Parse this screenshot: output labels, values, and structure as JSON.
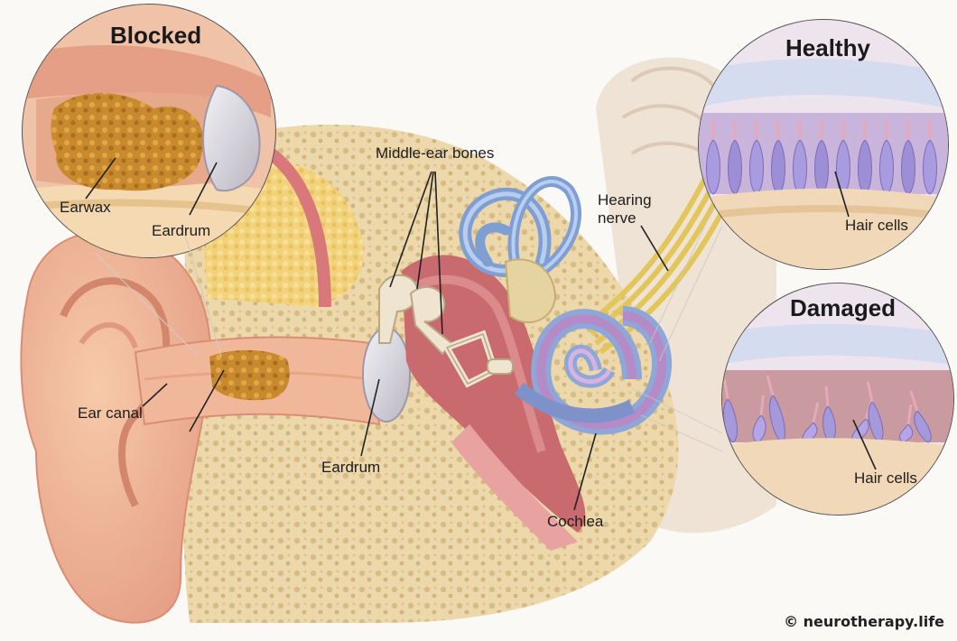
{
  "panels": {
    "blocked": {
      "title": "Blocked",
      "earwax": "Earwax",
      "eardrum": "Eardrum"
    },
    "healthy": {
      "title": "Healthy",
      "hair_cells": "Hair cells"
    },
    "damaged": {
      "title": "Damaged",
      "hair_cells": "Hair cells"
    }
  },
  "labels": {
    "middle_ear_bones": "Middle-ear bones",
    "hearing_nerve": "Hearing\nnerve",
    "ear_canal": "Ear canal",
    "eardrum": "Eardrum",
    "cochlea": "Cochlea"
  },
  "credit": "© neurotherapy.life",
  "colors": {
    "skin": "#efb496",
    "bone": "#ecd7a8",
    "earwax": "#c98a2e",
    "cochlea_blue": "#8ea6d8",
    "cochlea_purple": "#b48bc6",
    "nerve": "#e2c65a",
    "hair_cell": "#9d8fd6",
    "muscle": "#d9787a"
  }
}
